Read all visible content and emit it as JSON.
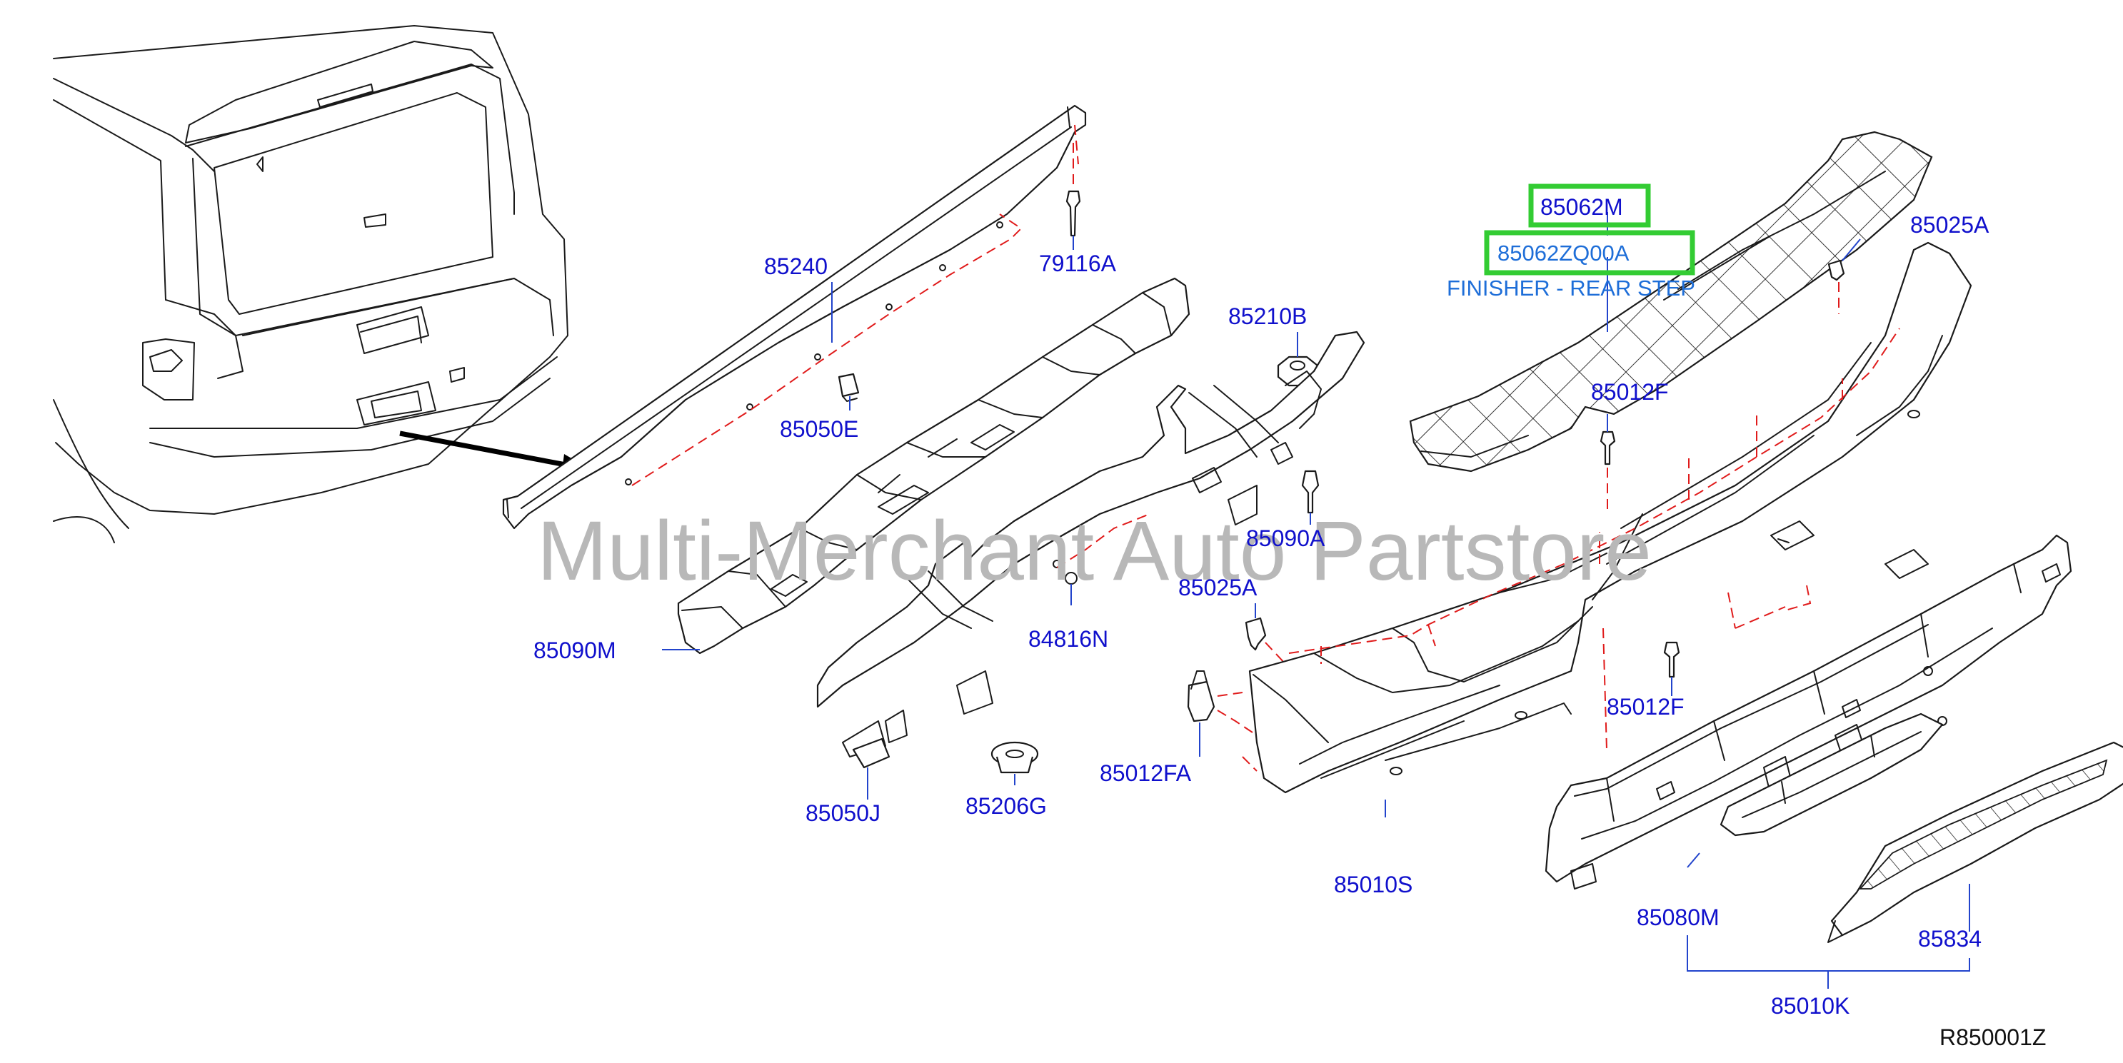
{
  "diagram": {
    "watermark": "Multi-Merchant Auto Partstore",
    "reference_code": "R850001Z",
    "highlight_color": "#33cc33",
    "label_color": "#1010cc",
    "leader_color": "#2244cc",
    "dash_color": "#e01b1b",
    "parts": [
      {
        "id": "p_85240",
        "number": "85240"
      },
      {
        "id": "p_79116A",
        "number": "79116A"
      },
      {
        "id": "p_85050E",
        "number": "85050E"
      },
      {
        "id": "p_85090M",
        "number": "85090M"
      },
      {
        "id": "p_85210B",
        "number": "85210B"
      },
      {
        "id": "p_85090A",
        "number": "85090A"
      },
      {
        "id": "p_84816N",
        "number": "84816N"
      },
      {
        "id": "p_85025A_left",
        "number": "85025A"
      },
      {
        "id": "p_85050J",
        "number": "85050J"
      },
      {
        "id": "p_85206G",
        "number": "85206G"
      },
      {
        "id": "p_85012FA",
        "number": "85012FA"
      },
      {
        "id": "p_85010S",
        "number": "85010S"
      },
      {
        "id": "p_85062M",
        "number": "85062M",
        "highlighted": true
      },
      {
        "id": "p_85062ZQ00A",
        "number": "85062ZQ00A",
        "highlighted": true,
        "description": "FINISHER - REAR STEP"
      },
      {
        "id": "p_85025A_right",
        "number": "85025A"
      },
      {
        "id": "p_85012F_top",
        "number": "85012F"
      },
      {
        "id": "p_85012F_bottom",
        "number": "85012F"
      },
      {
        "id": "p_85080M",
        "number": "85080M"
      },
      {
        "id": "p_85834",
        "number": "85834"
      },
      {
        "id": "p_85010K",
        "number": "85010K"
      }
    ]
  }
}
